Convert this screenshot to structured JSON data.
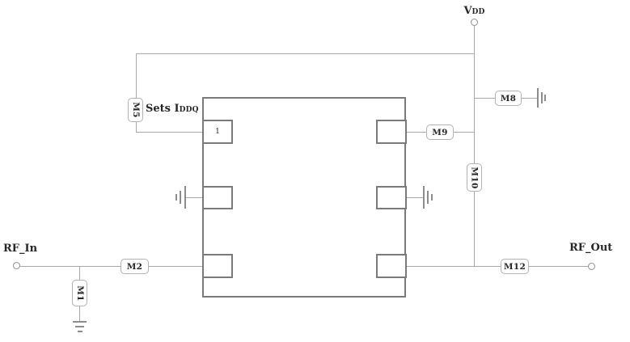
{
  "colors": {
    "wire": "#a8a8a8",
    "outline": "#7a7a7a",
    "box-border": "#b2b2b2",
    "ground": "#8c8c8c",
    "text": "#262626"
  },
  "labels": {
    "vdd_main": "V",
    "vdd_sub": "DD",
    "rf_in": "RF_In",
    "rf_out": "RF_Out",
    "annotation_main": "Sets I",
    "annotation_sub": "DDQ"
  },
  "chip": {
    "pin1": "1"
  },
  "components": {
    "m1": "M1",
    "m2": "M2",
    "m5": "M5",
    "m8": "M8",
    "m9": "M9",
    "m10": "M10",
    "m12": "M12"
  }
}
